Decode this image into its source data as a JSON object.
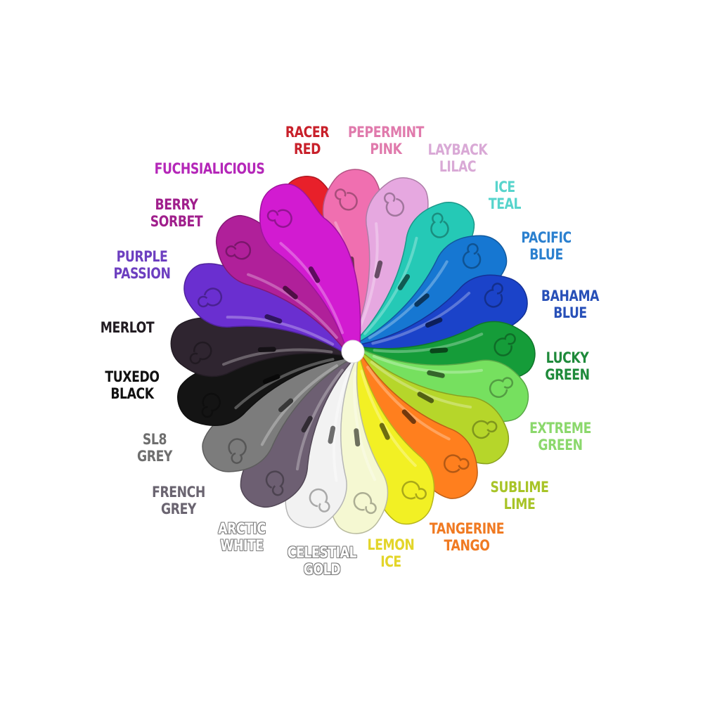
{
  "products": [
    {
      "key": "racer-red",
      "lines": [
        "RACER",
        "RED"
      ],
      "color": "#e8202a",
      "text_color": "#c8202a"
    },
    {
      "key": "pepermint-pink",
      "lines": [
        "PEPERMINT",
        "PINK"
      ],
      "color": "#f06fb0",
      "text_color": "#e07aac"
    },
    {
      "key": "layback-lilac",
      "lines": [
        "LAYBACK",
        "LILAC"
      ],
      "color": "#e6a8e0",
      "text_color": "#d9a9d6"
    },
    {
      "key": "ice-teal",
      "lines": [
        "ICE",
        "TEAL"
      ],
      "color": "#25c9b6",
      "text_color": "#57d4cc"
    },
    {
      "key": "pacific-blue",
      "lines": [
        "PACIFIC",
        "BLUE"
      ],
      "color": "#1677d2",
      "text_color": "#2b80cf"
    },
    {
      "key": "bahama-blue",
      "lines": [
        "BAHAMA",
        "BLUE"
      ],
      "color": "#1b43c9",
      "text_color": "#2850b8"
    },
    {
      "key": "lucky-green",
      "lines": [
        "LUCKY",
        "GREEN"
      ],
      "color": "#159c39",
      "text_color": "#1e8a3a"
    },
    {
      "key": "extreme-green",
      "lines": [
        "EXTREME",
        "GREEN"
      ],
      "color": "#76e05f",
      "text_color": "#8bd86c"
    },
    {
      "key": "sublime-lime",
      "lines": [
        "SUBLIME",
        "LIME"
      ],
      "color": "#b6d62a",
      "text_color": "#a8c428"
    },
    {
      "key": "tangerine-tango",
      "lines": [
        "TANGERINE",
        "TANGO"
      ],
      "color": "#ff7f1e",
      "text_color": "#f07a22"
    },
    {
      "key": "lemon-ice",
      "lines": [
        "LEMON",
        "ICE"
      ],
      "color": "#f2f024",
      "text_color": "#e3d52a"
    },
    {
      "key": "celestial-gold",
      "lines": [
        "CELESTIAL",
        "GOLD"
      ],
      "color": "#f5f8d2",
      "text_color": "#ffffff"
    },
    {
      "key": "arctic-white",
      "lines": [
        "ARCTIC",
        "WHITE"
      ],
      "color": "#f2f2f2",
      "text_color": "#ffffff"
    },
    {
      "key": "french-grey",
      "lines": [
        "FRENCH",
        "GREY"
      ],
      "color": "#6d5f72",
      "text_color": "#6a6470"
    },
    {
      "key": "sl8-grey",
      "lines": [
        "SL8",
        "GREY"
      ],
      "color": "#7c7c7c",
      "text_color": "#6e6e6e"
    },
    {
      "key": "tuxedo-black",
      "lines": [
        "TUXEDO",
        "BLACK"
      ],
      "color": "#141414",
      "text_color": "#111111"
    },
    {
      "key": "merlot",
      "lines": [
        "MERLOT"
      ],
      "color": "#2f2530",
      "text_color": "#221c22"
    },
    {
      "key": "purple-passion",
      "lines": [
        "PURPLE",
        "PASSION"
      ],
      "color": "#6a2fd0",
      "text_color": "#6d3fc0"
    },
    {
      "key": "berry-sorbet",
      "lines": [
        "BERRY",
        "SORBET"
      ],
      "color": "#b0209a",
      "text_color": "#a01f8c"
    },
    {
      "key": "fuchsialicious",
      "lines": [
        "FUCHSIALICIOUS"
      ],
      "color": "#d21bd1",
      "text_color": "#b426b8"
    }
  ]
}
